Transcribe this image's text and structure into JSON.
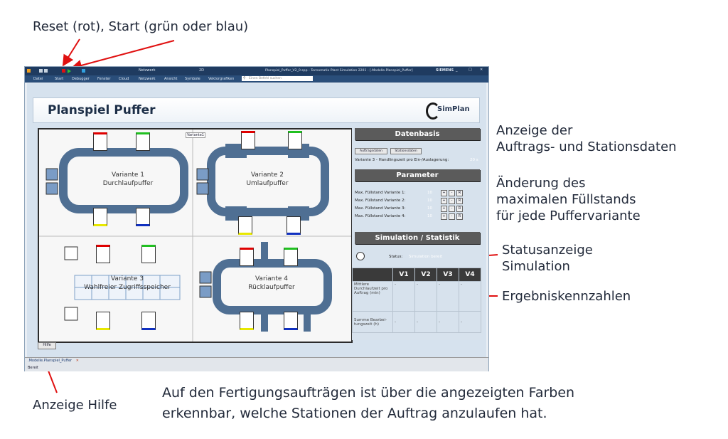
{
  "annotations": {
    "top": "Reset (rot), Start (grün oder blau)",
    "datenbasis": "Anzeige der\nAuftrags- und Stationsdaten",
    "fuellstand": "Änderung des\nmaximalen Füllstands\nfür jede Puffervariante",
    "status": "Statusanzeige\nSimulation",
    "ergebnis": "Ergebniskennzahlen",
    "hilfe": "Anzeige Hilfe",
    "footer": "Auf den Fertigungsaufträgen ist über die angezeigten Farben\nerkennbar, welche Stationen der Auftrag anzulaufen hat."
  },
  "window": {
    "title": "Planspiel_Puffer_V2_0.spp - Tecnomatix Plant Simulation 2201 - [.Modelle.Planspiel_Puffer]",
    "brand": "SIEMENS",
    "netzwerk_tab": "Netzwerk",
    "twod_tab": "2D",
    "menu": [
      "Datei",
      "Start",
      "Debugger",
      "Fenster",
      "Cloud",
      "Netzwerk",
      "Ansicht",
      "Symbole",
      "Vektorgrafiken"
    ],
    "search_placeholder": "Einen Befehl suchen"
  },
  "header": {
    "title": "Planspiel Puffer",
    "logo": "SimPlan"
  },
  "canvas": {
    "marker": "Variante1",
    "variants": [
      {
        "line1": "Variante 1",
        "line2": "Durchlaufpuffer"
      },
      {
        "line1": "Variante 2",
        "line2": "Umlaufpuffer"
      },
      {
        "line1": "Variante 3",
        "line2": "Wahlfreier Zugriffsspeicher"
      },
      {
        "line1": "Variante 4",
        "line2": "Rücklaufpuffer"
      }
    ]
  },
  "datenbasis": {
    "title": "Datenbasis",
    "btn_auftrag": "Auftragsdaten",
    "btn_station": "Stationsdaten",
    "handling_label": "Variante 3 - Handlingszeit pro Ein-/Auslagerung:",
    "handling_value": "20 s"
  },
  "parameter": {
    "title": "Parameter",
    "rows": [
      {
        "label": "Max. Füllstand Variante 1:",
        "value": "10"
      },
      {
        "label": "Max. Füllstand Variante 2:",
        "value": "10"
      },
      {
        "label": "Max. Füllstand Variante 3:",
        "value": "10"
      },
      {
        "label": "Max. Füllstand Variante 4:",
        "value": "10"
      }
    ],
    "plus": "+",
    "minus": "-",
    "reset": "R"
  },
  "simulation": {
    "title": "Simulation / Statistik",
    "status_label": "Status:",
    "status_value": "Simulation bereit",
    "columns": [
      "V1",
      "V2",
      "V3",
      "V4"
    ],
    "rows": [
      {
        "label": "Mittlere Durchlaufzeit pro Auftrag (min)",
        "values": [
          "-",
          "-",
          "-",
          "-"
        ]
      },
      {
        "label": "Summe Bearbei-tungszeit (h)",
        "values": [
          "-",
          "-",
          "-",
          "-"
        ]
      }
    ]
  },
  "hilfe_button": "Hilfe",
  "statusbar": {
    "tab": ".Modelle.Planspiel_Puffer",
    "ready": "Bereit"
  },
  "colors": {
    "belt": "#4f6f93",
    "arrow_red": "#e01010",
    "bar": "#5b5b5b"
  }
}
